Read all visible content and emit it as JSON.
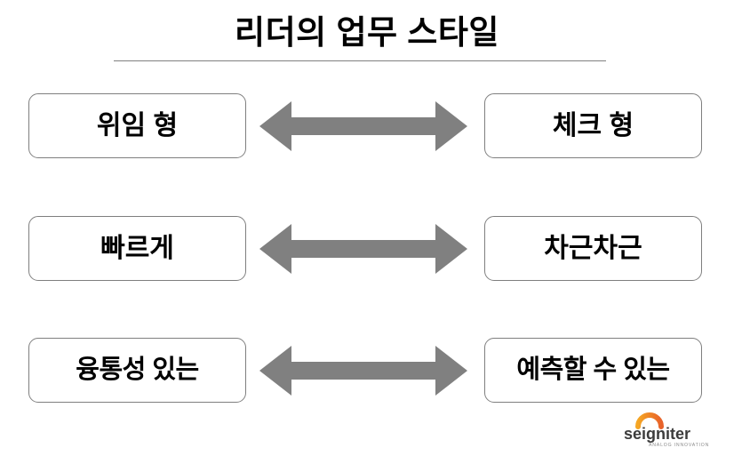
{
  "slide": {
    "title": "리더의 업무 스타일",
    "background_color": "#FFFFFF",
    "divider_color": "#808080",
    "arrow_color": "#808080",
    "box_border_color": "#7F7F7F",
    "text_color": "#000000"
  },
  "rows": [
    {
      "left_label": "위임 형",
      "right_label": "체크 형",
      "arrow_icon": "double-headed-arrow-icon"
    },
    {
      "left_label": "빠르게",
      "right_label": "차근차근",
      "arrow_icon": "double-headed-arrow-icon"
    },
    {
      "left_label": "융통성 있는",
      "right_label": "예측할 수 있는",
      "arrow_icon": "double-headed-arrow-icon"
    }
  ],
  "logo": {
    "wordmark": "seigniter",
    "tagline": "ANALOG INNOVATION",
    "arc_color_start": "#F5A623",
    "arc_color_end": "#E8622A",
    "wordmark_color": "#3C3C3C",
    "tagline_color": "#8C8C8C"
  }
}
